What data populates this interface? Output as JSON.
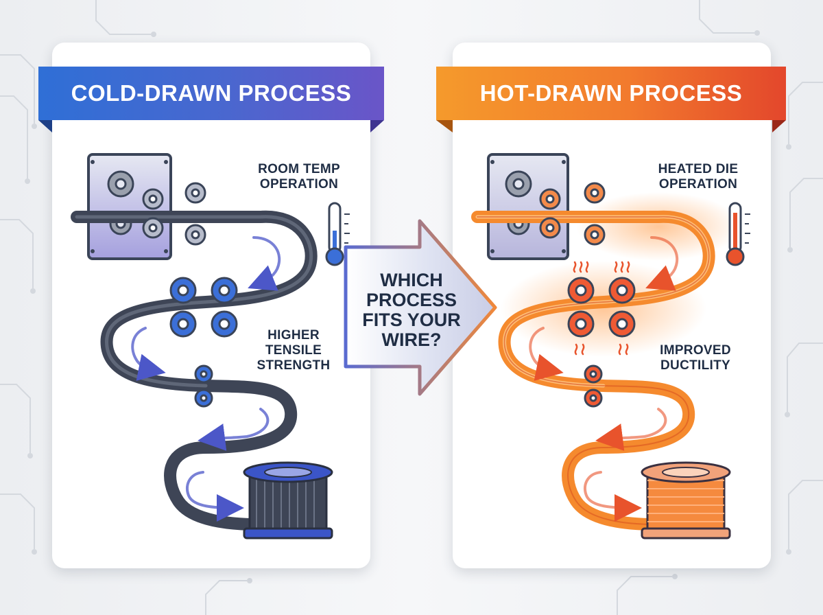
{
  "panels": {
    "cold": {
      "title": "COLD-DRAWN PROCESS",
      "label_top": "ROOM TEMP\nOPERATION",
      "label_mid": "HIGHER\nTENSILE\nSTRENGTH"
    },
    "hot": {
      "title": "HOT-DRAWN PROCESS",
      "label_top": "HEATED DIE\nOPERATION",
      "label_mid": "IMPROVED\nDUCTILITY"
    }
  },
  "center": {
    "question": "WHICH\nPROCESS\nFITS YOUR\nWIRE?"
  },
  "icons": [
    "gear-icon",
    "thermometer-icon",
    "roller-icon",
    "spool-icon",
    "heat-wave-icon",
    "arrow-icon"
  ],
  "colors": {
    "cold_accent": "#3b6fd8",
    "cold_wire": "#3e4556",
    "hot_accent": "#f27a2d",
    "hot_wire": "#f58a2e",
    "text": "#1f2d44"
  }
}
